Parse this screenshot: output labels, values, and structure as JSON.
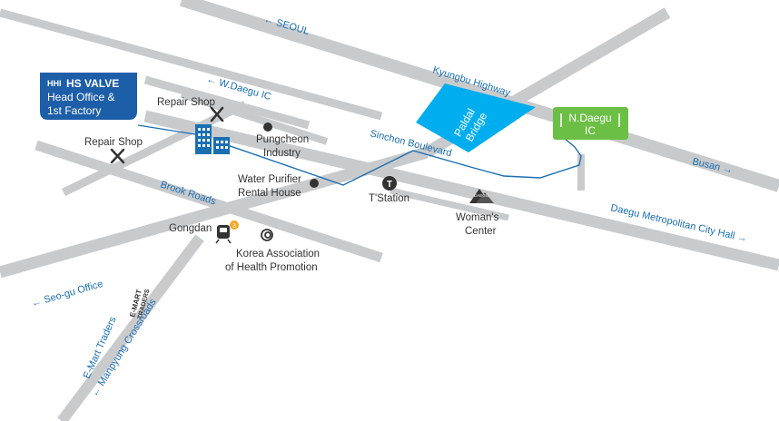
{
  "company": {
    "brand": "HS VALVE",
    "logo_mark": "HHI",
    "line1": "Head Office &",
    "line2": "1st Factory"
  },
  "road_labels": {
    "seoul": "← SEOUL",
    "kyungbu": "Kyungbu Highway",
    "w_daegu": "← W.Daegu IC",
    "sinchon": "Sinchon Boulevard",
    "busan": "Busan →",
    "metro_city_hall": "Daegu Metropolitan City Hall →",
    "brook_roads": "Brook Roads",
    "seogu_office": "← Seo-gu Office",
    "emart": "E-Mart Traders",
    "manpyung": "← Manpyung Crossroads"
  },
  "bridge": {
    "line1": "Paldal",
    "line2": "Bridge"
  },
  "interchange": {
    "line1": "N.Daegu",
    "line2": "IC"
  },
  "places": {
    "repair_shop_top": "Repair Shop",
    "repair_shop_left": "Repair Shop",
    "pungcheon_line1": "Pungcheon",
    "pungcheon_line2": "Industry",
    "water_purifier_line1": "Water Purifier",
    "water_purifier_line2": "Rental House",
    "t_station": "T'Station",
    "womans_center_line1": "Woman's",
    "womans_center_line2": "Center",
    "womans_center_logo": "DAEGU",
    "gongdan": "Gongdan",
    "gongdan_line_number": "3",
    "kahp_line1": "Korea Association",
    "kahp_line2": "of Health Promotion",
    "emart_logo_line1": "E-MART",
    "emart_logo_line2": "TRADERS"
  },
  "icons": [
    "building-icon",
    "wrench-screwdriver-icon",
    "dot-marker-icon",
    "subway-icon",
    "train-icon",
    "spiral-icon",
    "mountain-logo-icon"
  ],
  "colors": {
    "road": "#c9cacc",
    "route": "#1a6fb3",
    "bridge": "#00aeef",
    "interchange": "#6cbf45",
    "company_box": "#1d5ea8",
    "label_blue": "#1a6fb3"
  }
}
